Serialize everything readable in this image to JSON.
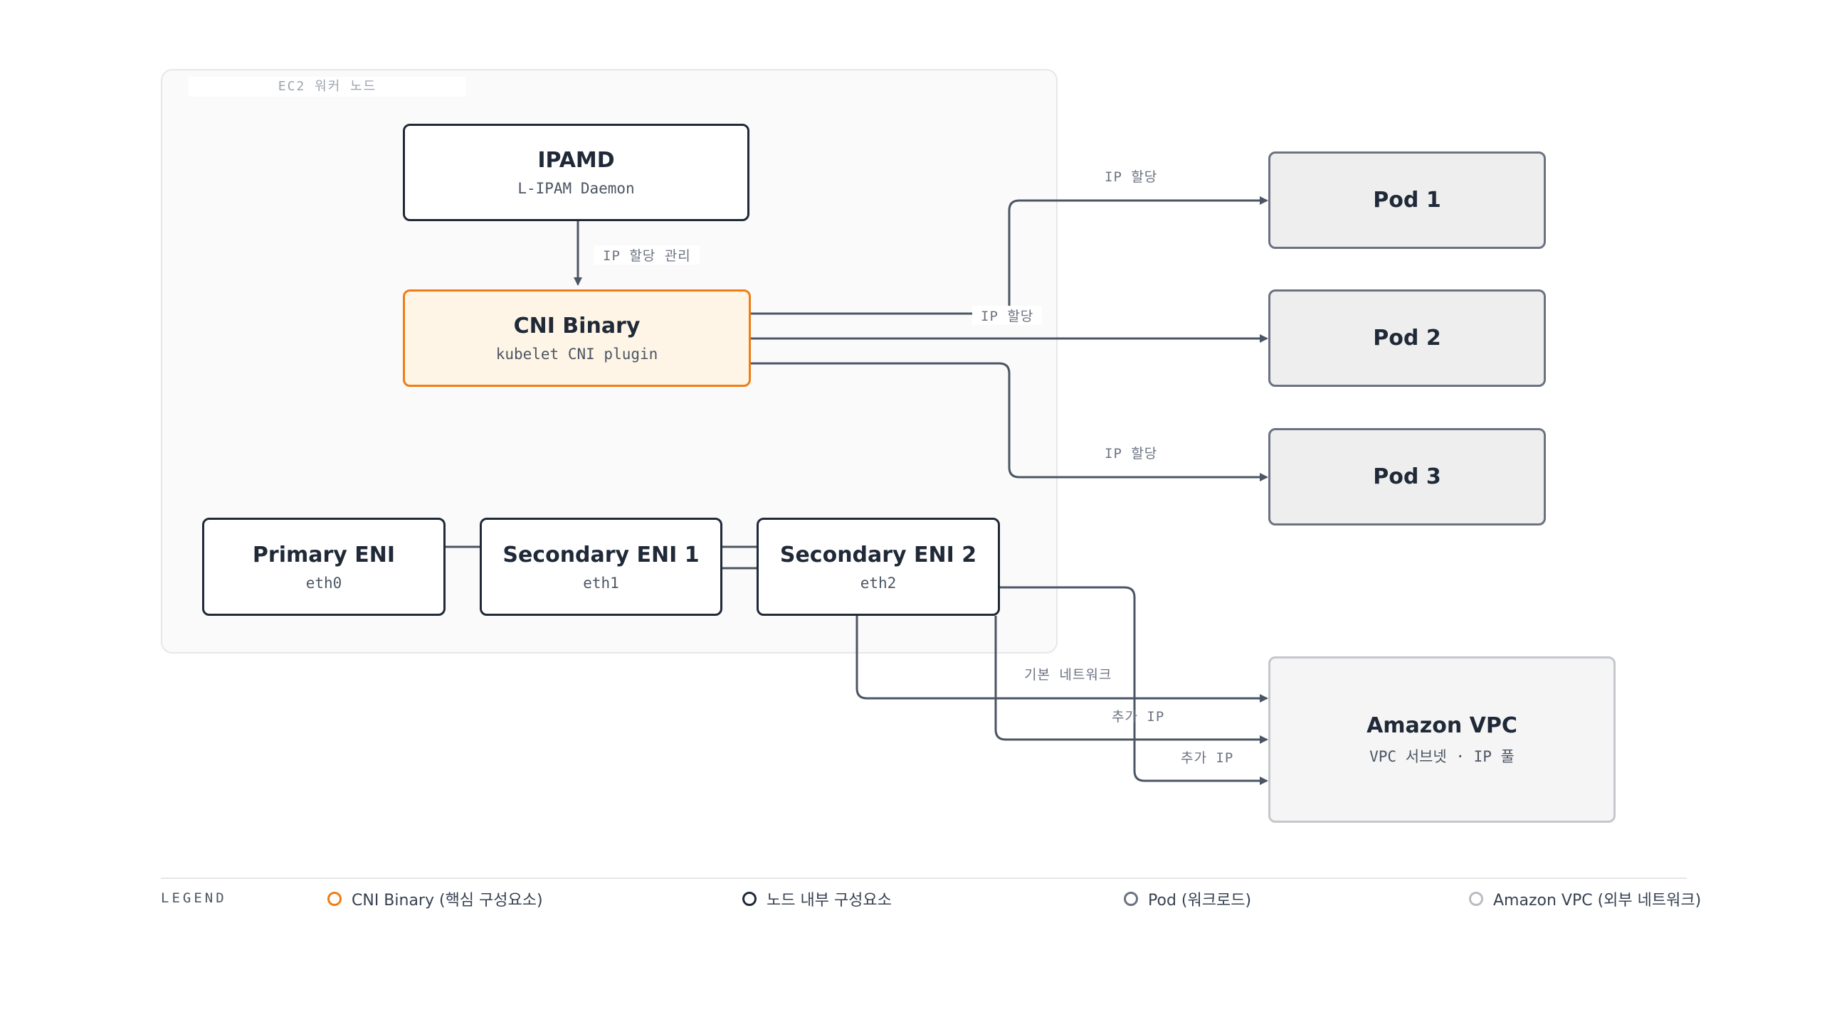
{
  "cluster": {
    "label": "EC2 워커 노드"
  },
  "nodes": {
    "ipamd": {
      "title": "IPAMD",
      "subtitle": "L-IPAM Daemon"
    },
    "cni": {
      "title": "CNI Binary",
      "subtitle": "kubelet CNI plugin"
    },
    "eni0": {
      "title": "Primary ENI",
      "subtitle": "eth0"
    },
    "eni1": {
      "title": "Secondary ENI 1",
      "subtitle": "eth1"
    },
    "eni2": {
      "title": "Secondary ENI 2",
      "subtitle": "eth2"
    },
    "pod1": {
      "title": "Pod 1"
    },
    "pod2": {
      "title": "Pod 2"
    },
    "pod3": {
      "title": "Pod 3"
    },
    "vpc": {
      "title": "Amazon VPC",
      "subtitle": "VPC 서브넷 · IP 풀"
    }
  },
  "edges": {
    "ipam_mgmt": "IP 할당 관리",
    "to_pod1": "IP 할당",
    "to_pod2": "IP 할당",
    "to_pod3": "IP 할당",
    "base_net": "기본 네트워크",
    "extra_ip_1": "추가 IP",
    "extra_ip_2": "추가 IP"
  },
  "legend": {
    "title": "LEGEND",
    "items": [
      {
        "label": "CNI Binary (핵심 구성요소)",
        "color": "#f07d14"
      },
      {
        "label": "노드 내부 구성요소",
        "color": "#1f2937"
      },
      {
        "label": "Pod (워크로드)",
        "color": "#6b7280"
      },
      {
        "label": "Amazon VPC (외부 네트워크)",
        "color": "#b9bcc2"
      }
    ]
  },
  "colors": {
    "accent": "#f07d14",
    "edge": "#4b5563"
  }
}
